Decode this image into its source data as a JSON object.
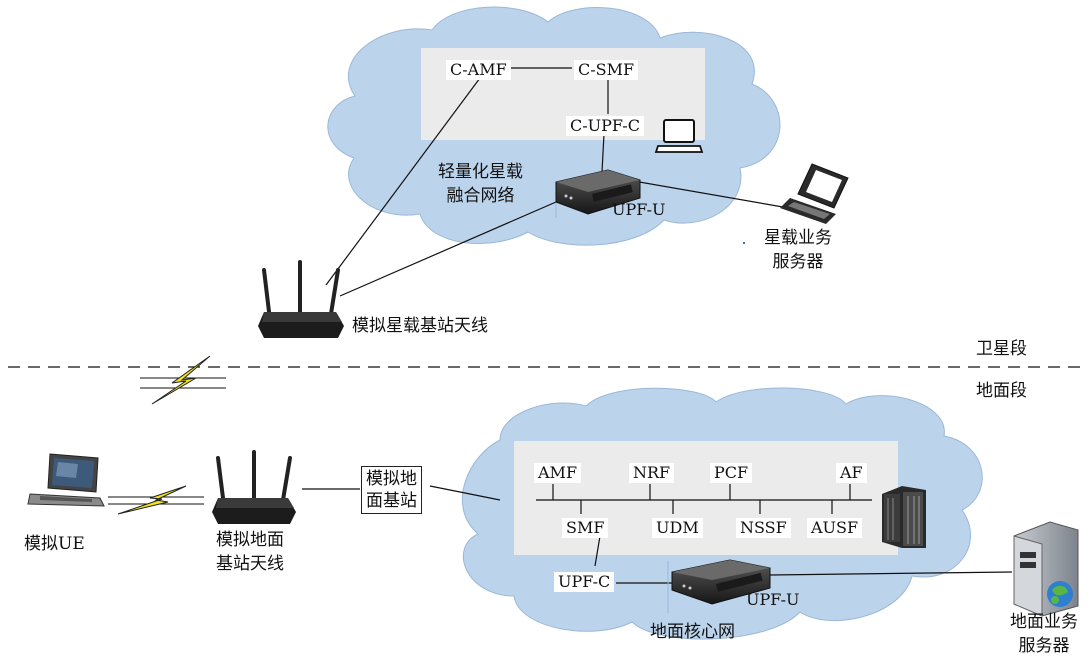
{
  "colors": {
    "cloud": "#bcd3ec",
    "panel": "#ebebeb",
    "line": "#111111",
    "lightning": "#f2e51c"
  },
  "satellite": {
    "nodes": {
      "amf": "C-AMF",
      "smf": "C-SMF",
      "upfc": "C-UPF-C",
      "upfu": "UPF-U"
    },
    "network_label_line1": "轻量化星载",
    "network_label_line2": "融合网络",
    "server_line1": "星载业务",
    "server_line2": "服务器",
    "antenna_label": "模拟星载基站天线"
  },
  "segments": {
    "satellite": "卫星段",
    "ground": "地面段"
  },
  "ground": {
    "nodes": {
      "amf": "AMF",
      "nrf": "NRF",
      "pcf": "PCF",
      "af": "AF",
      "smf": "SMF",
      "udm": "UDM",
      "nssf": "NSSF",
      "ausf": "AUSF",
      "upfc": "UPF-C",
      "upfu": "UPF-U"
    },
    "core_label": "地面核心网",
    "ue_label": "模拟UE",
    "antenna_line1": "模拟地面",
    "antenna_line2": "基站天线",
    "basestation_line1": "模拟地",
    "basestation_line2": "面基站",
    "server_line1": "地面业务",
    "server_line2": "服务器"
  },
  "icons": [
    "router-icon",
    "laptop-icon",
    "rack-server-icon",
    "tower-server-icon",
    "lightning-icon",
    "switch-icon"
  ]
}
